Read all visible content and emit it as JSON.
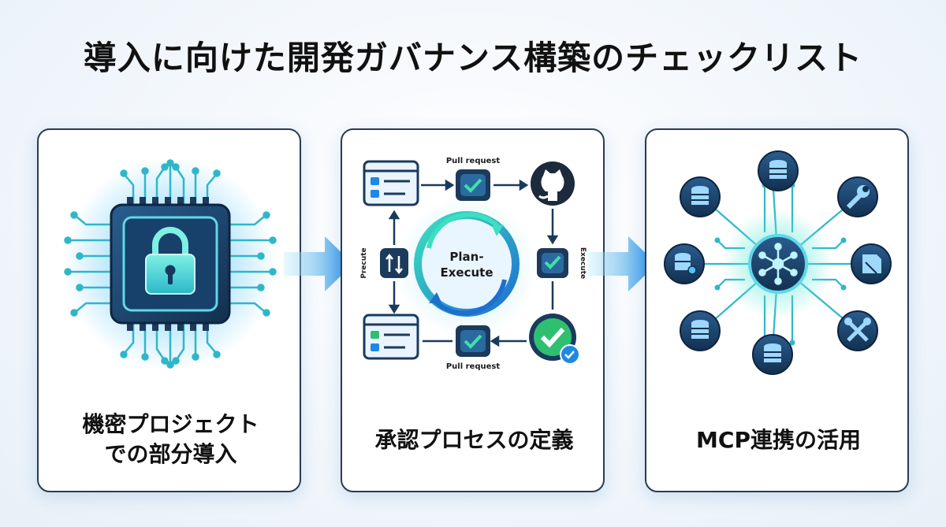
{
  "title": "導入に向けた開発ガバナンス構築のチェックリスト",
  "cards": [
    {
      "label_line1": "機密プロジェクト",
      "label_line2": "での部分導入",
      "icon": "secure-chip-lock-icon"
    },
    {
      "label": "承認プロセスの定義",
      "icon": "plan-execute-cycle-icon",
      "cycle_label_line1": "Plan-",
      "cycle_label_line2": "Execute",
      "pull_request_top": "Pull request",
      "pull_request_bottom": "Pull request",
      "side_label_left": "Precute",
      "side_label_right": "Execute"
    },
    {
      "label": "MCP連携の活用",
      "icon": "mcp-hub-network-icon"
    }
  ],
  "colors": {
    "accent": "#1e88e5",
    "teal": "#26c6da",
    "dark": "#1b3a5c",
    "green": "#2fbf71",
    "border": "#2b3b52"
  }
}
